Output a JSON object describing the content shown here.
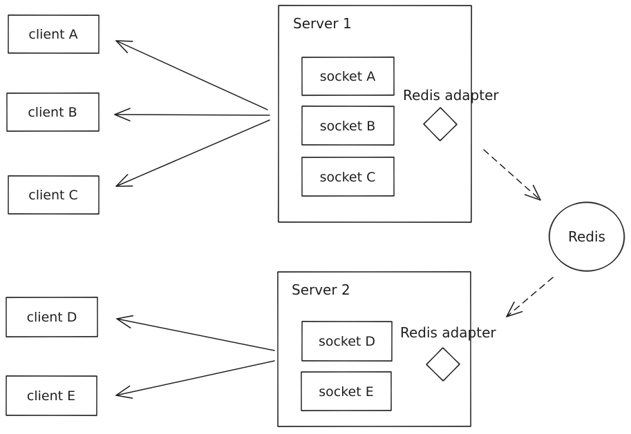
{
  "diagram": {
    "clients": [
      {
        "label": "client A"
      },
      {
        "label": "client B"
      },
      {
        "label": "client C"
      },
      {
        "label": "client D"
      },
      {
        "label": "client E"
      }
    ],
    "servers": [
      {
        "title": "Server 1",
        "adapter_label": "Redis adapter",
        "sockets": [
          {
            "label": "socket A"
          },
          {
            "label": "socket B"
          },
          {
            "label": "socket C"
          }
        ]
      },
      {
        "title": "Server 2",
        "adapter_label": "Redis adapter",
        "sockets": [
          {
            "label": "socket D"
          },
          {
            "label": "socket E"
          }
        ]
      }
    ],
    "redis": {
      "label": "Redis"
    },
    "colors": {
      "stroke": "#1e1e1e",
      "background": "#ffffff"
    }
  }
}
